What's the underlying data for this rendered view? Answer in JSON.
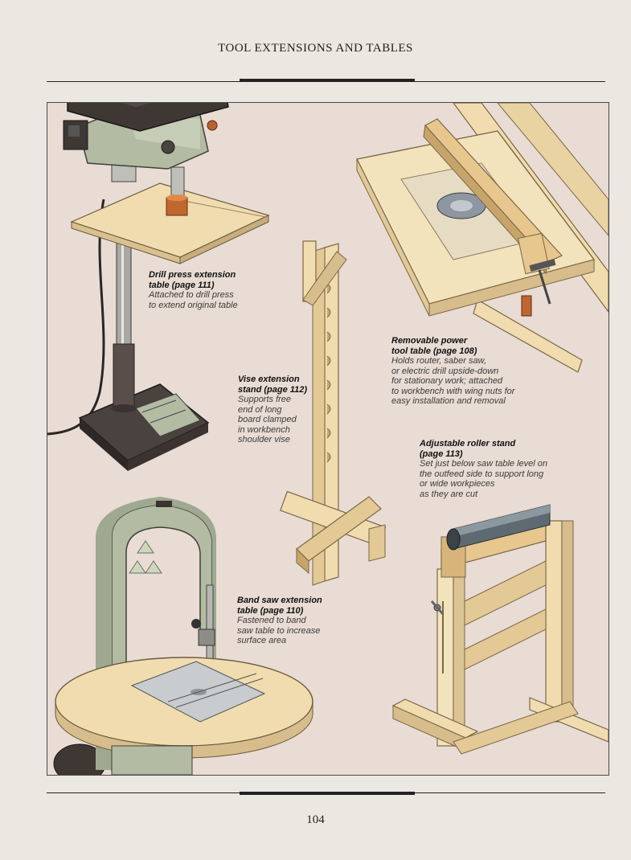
{
  "header": {
    "title": "TOOL EXTENSIONS AND TABLES"
  },
  "captions": {
    "drill_press": {
      "title": "Drill press extension\ntable (page 111)",
      "description": "Attached to drill press\nto extend original table"
    },
    "vise": {
      "title": "Vise extension\nstand (page 112)",
      "description": "Supports free\nend of long\nboard clamped\nin workbench\nshoulder vise"
    },
    "power_tool": {
      "title": "Removable power\ntool table (page 108)",
      "description": "Holds router, saber saw,\nor electric drill upside-down\nfor stationary work; attached\nto workbench with wing nuts for\neasy installation and removal"
    },
    "roller_stand": {
      "title": "Adjustable roller stand\n(page 113)",
      "description": "Set just below saw table level on\nthe outfeed side to support long\nor wide workpieces\nas they are cut"
    },
    "band_saw": {
      "title": "Band saw extension\ntable (page 110)",
      "description": "Fastened to band\nsaw table to increase\nsurface area"
    }
  },
  "footer": {
    "page_number": "104"
  },
  "colors": {
    "background": "#e8dcd4",
    "machine_green": "#b3bba3",
    "wood": "#f0dcae",
    "dark_metal": "#3a3330"
  }
}
